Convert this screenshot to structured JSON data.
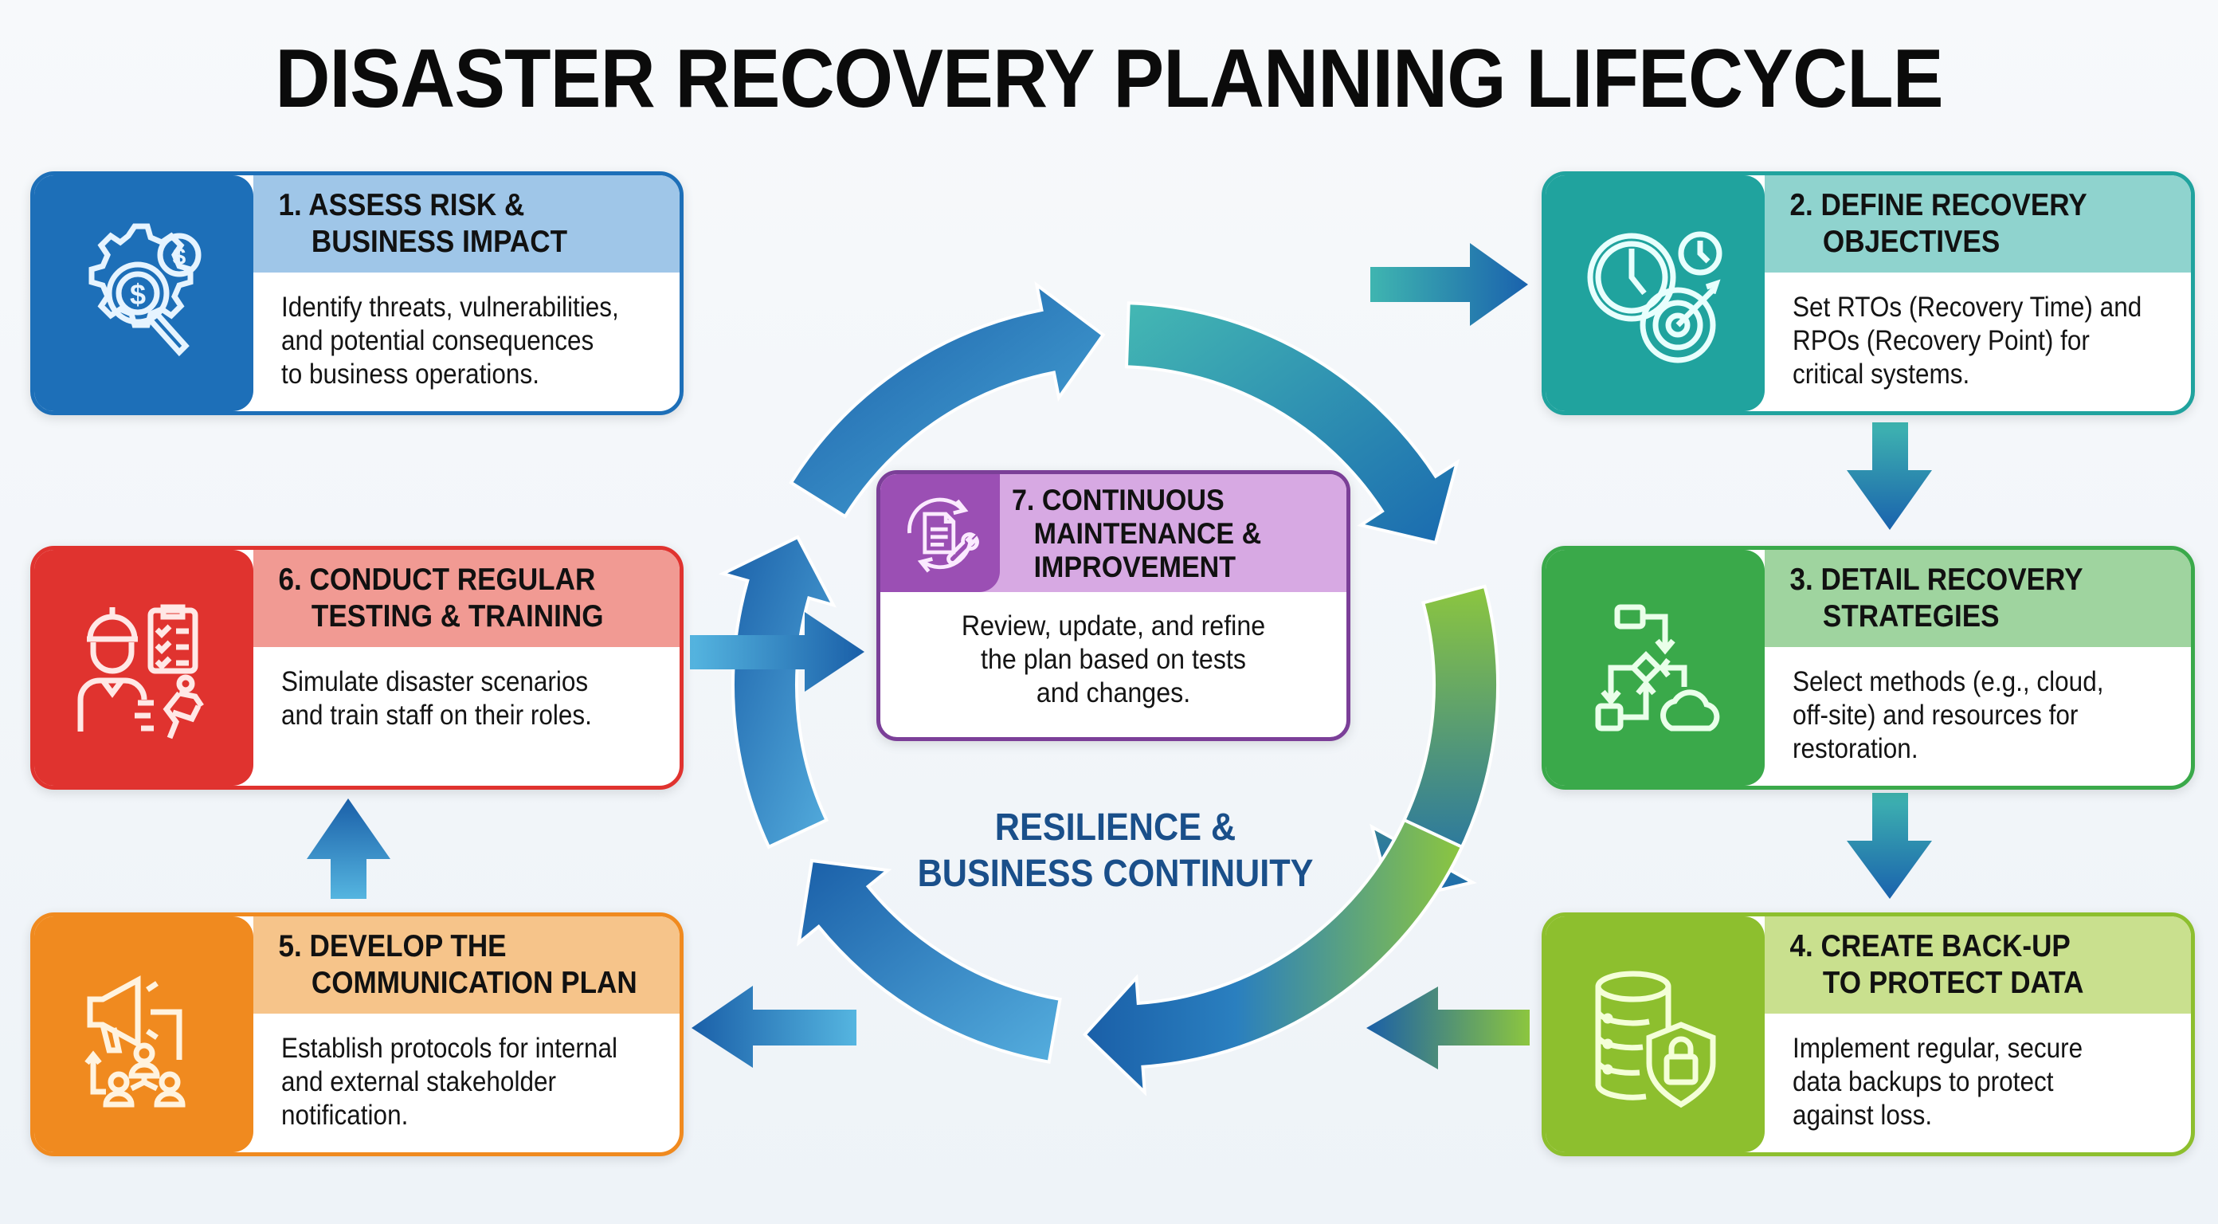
{
  "title": "DISASTER RECOVERY PLANNING LIFECYCLE",
  "steps": [
    {
      "number": "1.",
      "line1": "ASSESS RISK &",
      "line2": "BUSINESS IMPACT",
      "description": [
        "Identify threats, vulnerabilities,",
        "and potential consequences",
        "to business operations."
      ],
      "icon": "gear-dollar-magnifier-icon",
      "color": "#1d6fb8",
      "header_color": "#9fc6e8"
    },
    {
      "number": "2.",
      "line1": "DEFINE RECOVERY",
      "line2": "OBJECTIVES",
      "description": [
        "Set RTOs (Recovery Time) and",
        "RPOs (Recovery Point) for",
        "critical systems."
      ],
      "icon": "clock-target-icon",
      "color": "#20a39e",
      "header_color": "#8fd3ce"
    },
    {
      "number": "3.",
      "line1": "DETAIL RECOVERY",
      "line2": "STRATEGIES",
      "description": [
        "Select methods (e.g., cloud,",
        "off-site) and resources for",
        "restoration."
      ],
      "icon": "flowchart-cloud-icon",
      "color": "#3aa94a",
      "header_color": "#9fd49f"
    },
    {
      "number": "4.",
      "line1": "CREATE BACK-UP",
      "line2": "TO PROTECT DATA",
      "description": [
        "Implement regular, secure",
        "data backups to protect",
        "against loss."
      ],
      "icon": "database-shield-lock-icon",
      "color": "#8dbf2e",
      "header_color": "#c9e08e"
    },
    {
      "number": "5.",
      "line1": "DEVELOP THE",
      "line2": "COMMUNICATION PLAN",
      "description": [
        "Establish protocols for internal",
        "and external stakeholder",
        "notification."
      ],
      "icon": "megaphone-people-icon",
      "color": "#f08a1f",
      "header_color": "#f6c48a"
    },
    {
      "number": "6.",
      "line1": "CONDUCT REGULAR",
      "line2": "TESTING & TRAINING",
      "description": [
        "Simulate disaster scenarios",
        "and train staff on their roles."
      ],
      "icon": "worker-checklist-runner-icon",
      "color": "#e0332f",
      "header_color": "#f19a93"
    },
    {
      "number": "7.",
      "line1": "CONTINUOUS",
      "line2": "MAINTENANCE &",
      "line3": "IMPROVEMENT",
      "description": [
        "Review, update, and refine",
        "the plan based on tests",
        "and changes."
      ],
      "icon": "cycle-document-wrench-icon",
      "color": "#9b4fb4",
      "header_color": "#d7a9e3"
    }
  ],
  "center": {
    "line1": "RESILIENCE &",
    "line2": "BUSINESS CONTINUITY"
  },
  "colors": {
    "arrow_dark": "#1a5fa8",
    "arrow_light": "#4aa8d8",
    "arrow_teal": "#3fb5b0",
    "arrow_green": "#8cc63f",
    "center_text": "#1a4f8a"
  }
}
